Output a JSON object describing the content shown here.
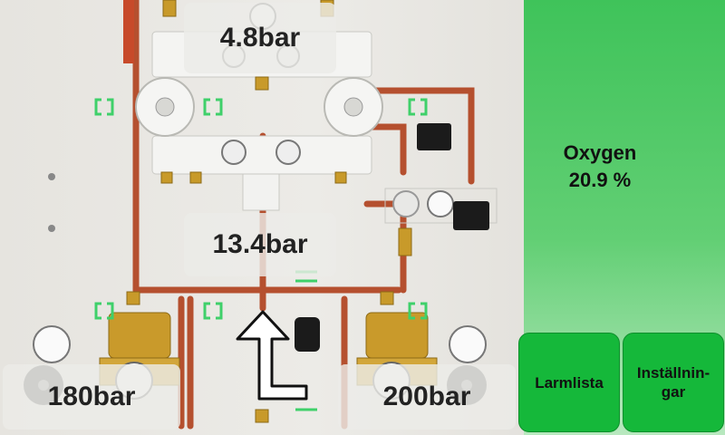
{
  "pressures": {
    "top": "4.8bar",
    "middle": "13.4bar",
    "left_bottom": "180bar",
    "right_bottom": "200bar"
  },
  "status": {
    "gas_label": "Oxygen",
    "gas_value": "20.9 %"
  },
  "buttons": {
    "alarm_list": "Larmlista",
    "settings": "Inställnin-\ngar"
  },
  "colors": {
    "pipe": "#b5502f",
    "panel_green": "#3fc35a",
    "button_green": "#15b83a",
    "indicator_green": "#3fd06a"
  }
}
